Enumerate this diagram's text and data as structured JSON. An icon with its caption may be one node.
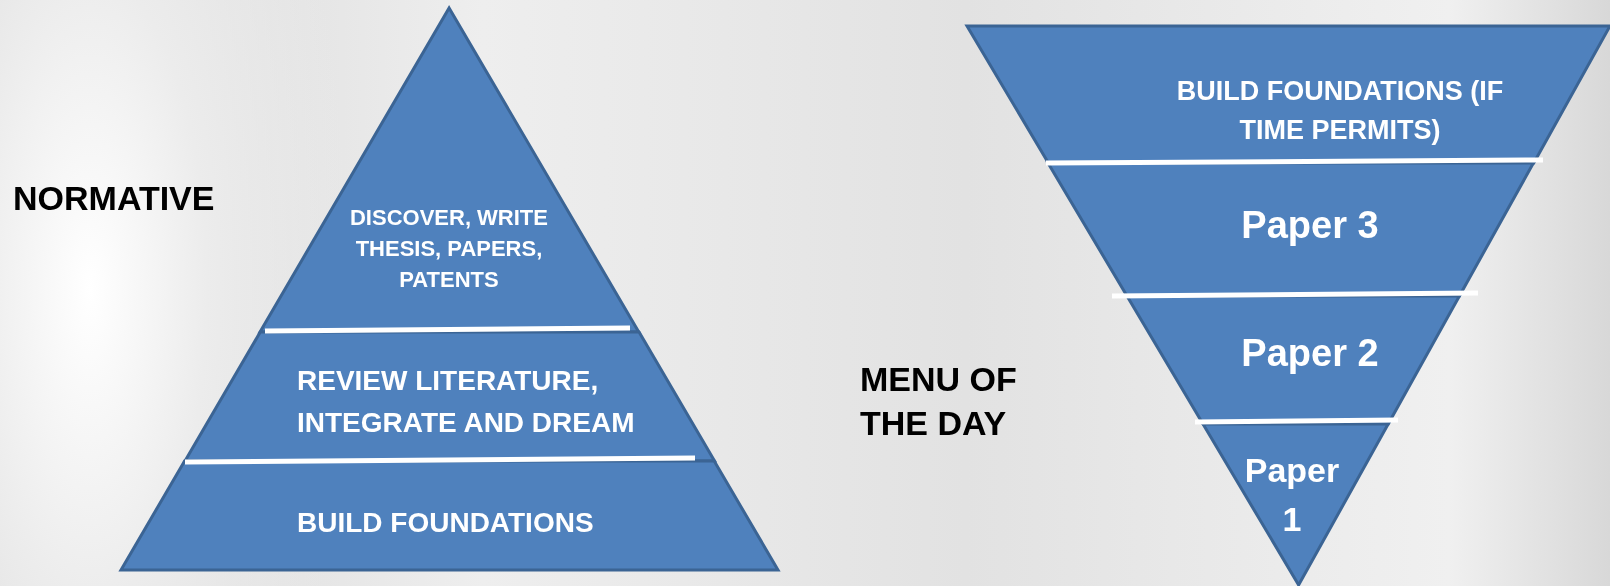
{
  "diagram": {
    "nodes": [
      {
        "text": [
          "DISCOVER, WRITE THESIS, PAPERS, PATENTS"
        ]
      },
      {
        "text": [
          "REVIEW LITERATURE, INTEGRATE AND DREAM"
        ]
      },
      {
        "text": [
          "BUILD FOUNDATIONS"
        ]
      },
      {
        "text": [
          "BUILD FOUNDATIONS (IF TIME PERMITS)"
        ]
      },
      {
        "text": [
          "Paper 3"
        ]
      },
      {
        "text": [
          "Paper 2"
        ]
      },
      {
        "text": [
          "Paper 1"
        ]
      }
    ],
    "labels": [
      "NORMATIVE",
      "MENU OF THE DAY"
    ]
  }
}
